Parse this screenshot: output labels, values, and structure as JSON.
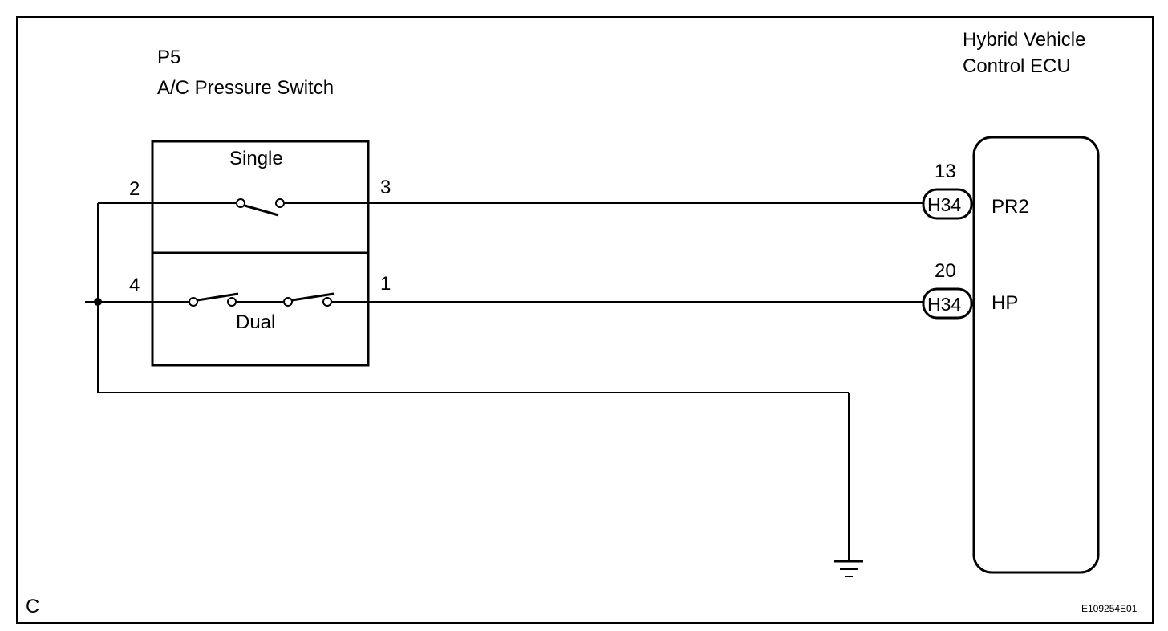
{
  "switch": {
    "code": "P5",
    "name": "A/C Pressure Switch",
    "single_label": "Single",
    "dual_label": "Dual",
    "pins": {
      "p2": "2",
      "p3": "3",
      "p4": "4",
      "p1": "1"
    }
  },
  "ecu": {
    "title_line1": "Hybrid Vehicle",
    "title_line2": "Control ECU",
    "connectors": [
      {
        "pin": "13",
        "connector": "H34",
        "signal": "PR2"
      },
      {
        "pin": "20",
        "connector": "H34",
        "signal": "HP"
      }
    ]
  },
  "footer": {
    "corner_letter": "C",
    "figure_id": "E109254E01"
  }
}
